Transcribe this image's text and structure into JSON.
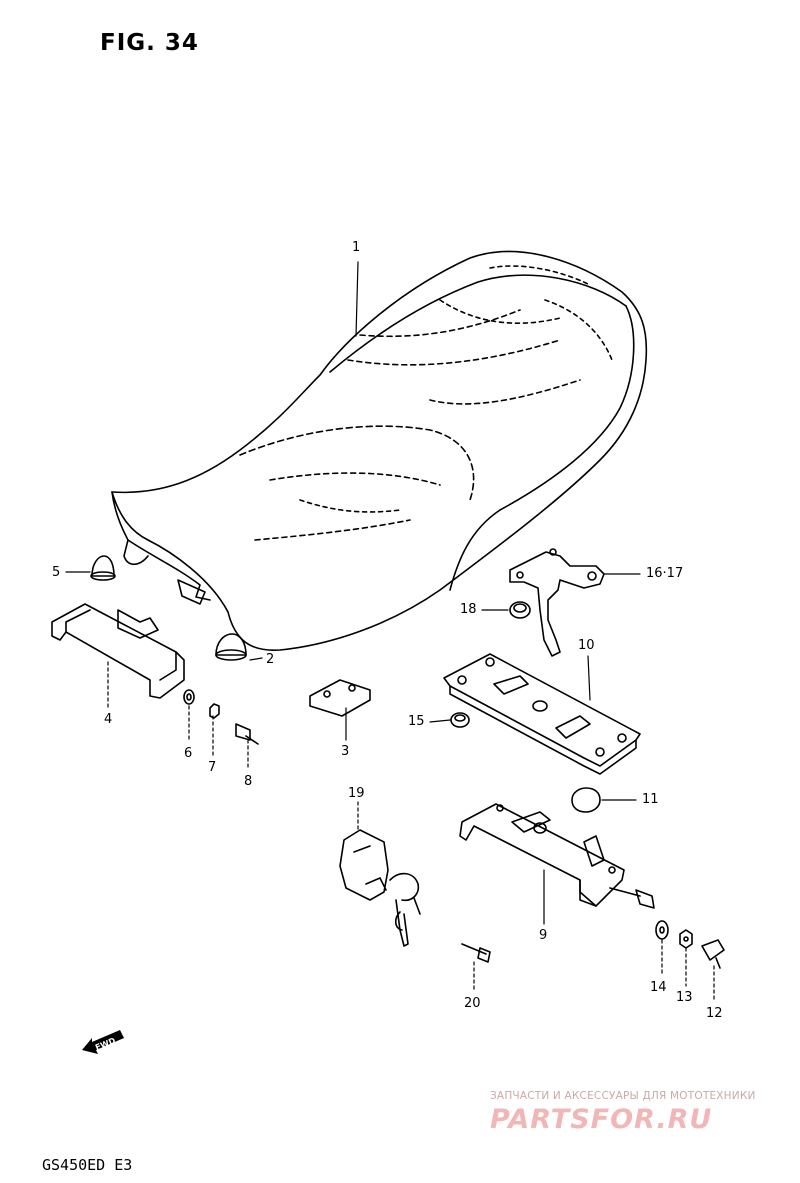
{
  "figure": {
    "title": "FIG. 34",
    "model_code": "GS450ED  E3",
    "fwd_label": "FWD"
  },
  "parts": [
    {
      "id": "p1",
      "label": "1"
    },
    {
      "id": "p2",
      "label": "2"
    },
    {
      "id": "p3",
      "label": "3"
    },
    {
      "id": "p4",
      "label": "4"
    },
    {
      "id": "p5",
      "label": "5"
    },
    {
      "id": "p6",
      "label": "6"
    },
    {
      "id": "p7",
      "label": "7"
    },
    {
      "id": "p8",
      "label": "8"
    },
    {
      "id": "p9",
      "label": "9"
    },
    {
      "id": "p10",
      "label": "10"
    },
    {
      "id": "p11",
      "label": "11"
    },
    {
      "id": "p12",
      "label": "12"
    },
    {
      "id": "p13",
      "label": "13"
    },
    {
      "id": "p14",
      "label": "14"
    },
    {
      "id": "p15",
      "label": "15"
    },
    {
      "id": "p16",
      "label": "16·17"
    },
    {
      "id": "p18",
      "label": "18"
    },
    {
      "id": "p19",
      "label": "19"
    },
    {
      "id": "p20",
      "label": "20"
    }
  ],
  "watermark": {
    "tagline": "ЗАПЧАСТИ И АКСЕССУАРЫ ДЛЯ МОТОТЕХНИКИ",
    "logo": "PARTSFOR.RU"
  }
}
